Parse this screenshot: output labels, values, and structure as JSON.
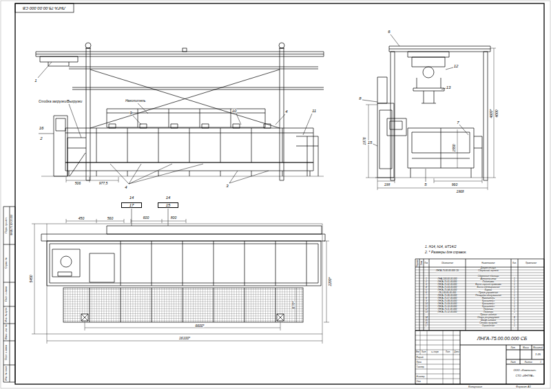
{
  "diagram": {
    "nodes": [
      {
        "text": [
          "17"
        ]
      },
      {
        "text": [
          "15"
        ]
      }
    ],
    "labels": [
      "ЛНГА-75.00.00.000 СБ",
      "1",
      "16",
      "2",
      "Стойка загрузки/Выгрузки",
      "Накопитель",
      "9",
      "10",
      "4",
      "11",
      "4",
      "3",
      "506",
      "977,5",
      "6",
      "12",
      "13",
      "8",
      "7",
      "15",
      "5",
      "1978",
      "4600*",
      "4000",
      "1550",
      "198",
      "960",
      "1968",
      "14",
      "14",
      "450",
      "560",
      "600",
      "800",
      "5450",
      "2200*",
      "870*",
      "6600*",
      "16100*",
      "1. H14, h14, ±IT14/2",
      "2. * Размеры для справок.",
      "Формат",
      "Зона",
      "Поз.",
      "Обозначение",
      "Наименование",
      "Кол.",
      "Примечание",
      "Документация",
      "ЛНГА-75.00.00.000 СБ",
      "Сборочный чертеж",
      "Сборочные единицы",
      "1",
      "ЛНА-100.00.00.000",
      "Автооператор",
      "1",
      "2",
      "ЛНГА-75.01.00.000",
      "Подставка",
      "1",
      "3",
      "ЛНГА-75.02.00.000",
      "Ванна горячей промывки",
      "1",
      "4",
      "ЛНГА-75.03.00.000",
      "Ванна обезжиривания",
      "1",
      "5",
      "ЛНГА-75.04.00.000",
      "Каркас",
      "1",
      "6",
      "ЛК-100.05.00.000",
      "Пульт управления",
      "1",
      "7",
      "ЛНГА-75.06.00.000",
      "Площадка обслуживания",
      "1",
      "8",
      "ЛНГА-75.07.00.000",
      "Накопитель",
      "1",
      "9",
      "ЛНГА-75.08.00.000",
      "Кронштейн",
      "1",
      "10",
      "ЛНГА-75.09.00.000",
      "Кронштейн",
      "1",
      "11",
      "ЛНГА-75.10.00.000",
      "Кронштейн",
      "1",
      "12",
      "ЛНГА-75.11.00.000",
      "Подвеска",
      "1",
      "13",
      "ЛНГА-75.12.00.000",
      "Подвеска",
      "1",
      "Прочие изделия",
      "14",
      "Опора регулируемая",
      "8",
      "15",
      "Шкаф силовой",
      "1",
      "16",
      "Стойка загрузки",
      "1",
      "17",
      "Ограждение",
      "1",
      "ЛНГА-75.00.00.000 СБ",
      "Изм.",
      "Лист",
      "№ докум.",
      "Подп.",
      "Дата",
      "Разраб.",
      "Пров.",
      "Т.контр.",
      "Н.контр.",
      "Утв.",
      "Лит.",
      "Масса",
      "Масштаб",
      "1:25",
      "Лист",
      "Листов",
      "1",
      "ООО «Компания»",
      "СТО «ИНТРА»",
      "Копировал",
      "Формат А1",
      "Перв. примен.",
      "ЛНГА-75.00.00.000",
      "Справ. №",
      "Подп. и дата",
      "Инв. № дубл.",
      "Взам. инв. №",
      "Подп. и дата",
      "Инв. № подл."
    ]
  }
}
